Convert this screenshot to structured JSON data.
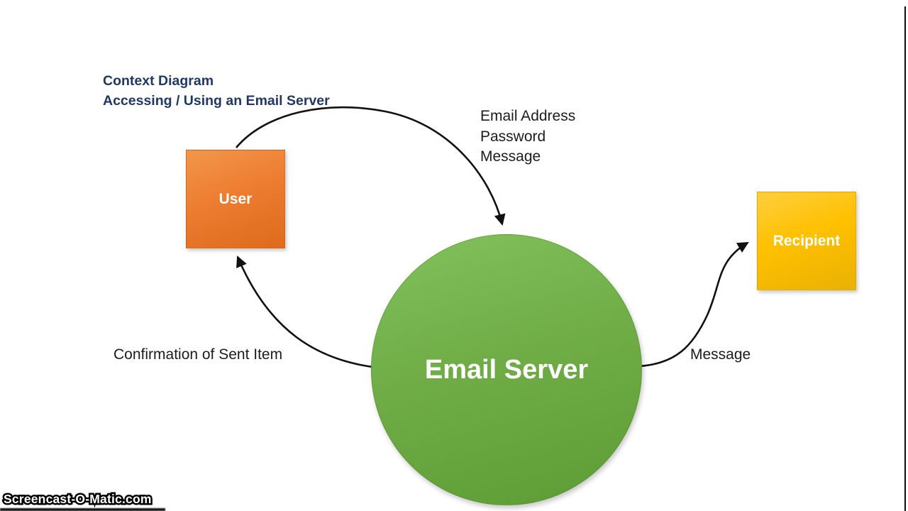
{
  "diagram": {
    "title_line1": "Context Diagram",
    "title_line2": "Accessing / Using an Email Server",
    "title_color": "#1F3864",
    "nodes": {
      "user": {
        "label": "User",
        "color": "#ED7D31",
        "shape": "square"
      },
      "email_server": {
        "label": "Email Server",
        "color": "#70AD47",
        "shape": "circle"
      },
      "recipient": {
        "label": "Recipient",
        "color": "#FFC000",
        "shape": "square"
      }
    },
    "edges": {
      "user_to_server": {
        "from": "User",
        "to": "Email Server",
        "label_lines": [
          "Email Address",
          "Password",
          "Message"
        ]
      },
      "server_to_user": {
        "from": "Email Server",
        "to": "User",
        "label": "Confirmation of Sent Item"
      },
      "server_to_recipient": {
        "from": "Email Server",
        "to": "Recipient",
        "label": "Message"
      }
    },
    "arrow_color": "#111111"
  },
  "watermark": {
    "text": "Screencast-O-Matic.com"
  }
}
